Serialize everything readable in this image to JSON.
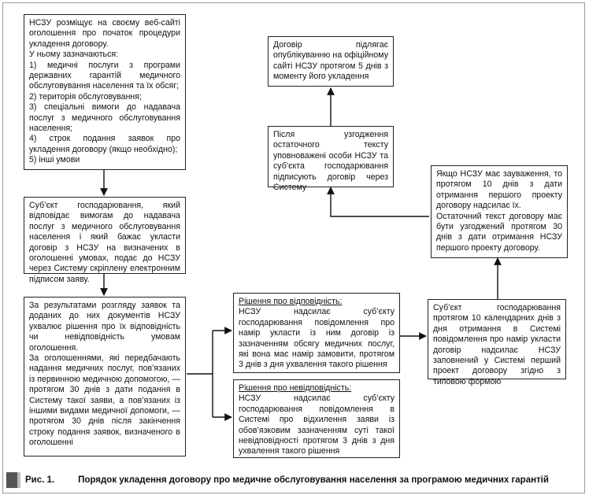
{
  "boxes": {
    "b1": {
      "lines": [
        "НСЗУ розміщує на своєму веб-сайті оголошення про початок процедури укладення договору.",
        "У ньому зазначаються:",
        "1) медичні послуги з програми державних гарантій медичного обслуговування населення та їх обсяг;",
        "2) територія обслуговування;",
        "3) спеціальні вимоги до надавача послуг з медичного обслуговування населення;",
        "4) строк подання заявок про укладення договору (якщо необхідно);",
        "5) інші умови"
      ]
    },
    "b2": {
      "lines": [
        "Суб’єкт господарювання, який відповідає вимогам до надавача послуг з медичного обслуговування населення і який бажає укласти договір з НСЗУ на визначених в оголошенні умовах, подає до НСЗУ через Систему скріплену електронним підписом заяву."
      ]
    },
    "b3": {
      "lines": [
        "За результатами розгляду заявок та доданих до них документів НСЗУ ухвалює рішення про їх відповідність чи невідповідність умовам оголошення.",
        "За оголошеннями, які передбачають надання медичних послуг, пов’язаних із первинною медичною допомогою, — протягом 30 днів з дати подання в Систему такої заяви, а пов’язаних із іншими видами медичної допомоги, — протягом 30 днів після закінчення строку подання заявок, визначеного в оголошенні"
      ]
    },
    "b4": {
      "heading": "Рішення про відповідність:",
      "lines": [
        "НСЗУ надсилає суб’єкту господарювання повідомлення про намір укласти із ним договір із зазначенням обсягу медичних послуг, які вона має намір замовити, протягом 3 днів з дня ухвалення такого рішення"
      ]
    },
    "b5": {
      "heading": "Рішення про невідповідність:",
      "lines": [
        "НСЗУ надсилає суб’єкту господарювання повідомлення в Системі про відхилення заяви із обов’язковим зазначенням суті такої невідповідності протягом 3 днів з дня ухвалення такого рішення"
      ]
    },
    "b6": {
      "lines": [
        "Суб’єкт господарювання протягом 10 календарних днів з дня отримання в Системі повідомлення про намір укласти договір надсилає НСЗУ заповнений у Системі перший проект договору згідно з типовою формою"
      ]
    },
    "b7": {
      "lines": [
        "Якщо НСЗУ має зауваження, то протягом 10 днів з дати отримання першого проекту договору надсилає їх.",
        "Остаточний текст договору має бути узгоджений протягом 30 днів з дати отримання НСЗУ першого проекту договору."
      ]
    },
    "b8": {
      "lines": [
        "Після узгодження остаточного тексту уповноважені особи НСЗУ та суб’єкта господарювання підписують договір через Систему"
      ]
    },
    "b9": {
      "lines": [
        "Договір підлягає опублікуванню на офіційному сайті НСЗУ протягом 5 днів з моменту його укладення"
      ]
    }
  },
  "caption": {
    "figure": "Рис. 1.",
    "title": "Порядок укладення договору про медичне обслуговування населення за програмою медичних гарантій"
  }
}
